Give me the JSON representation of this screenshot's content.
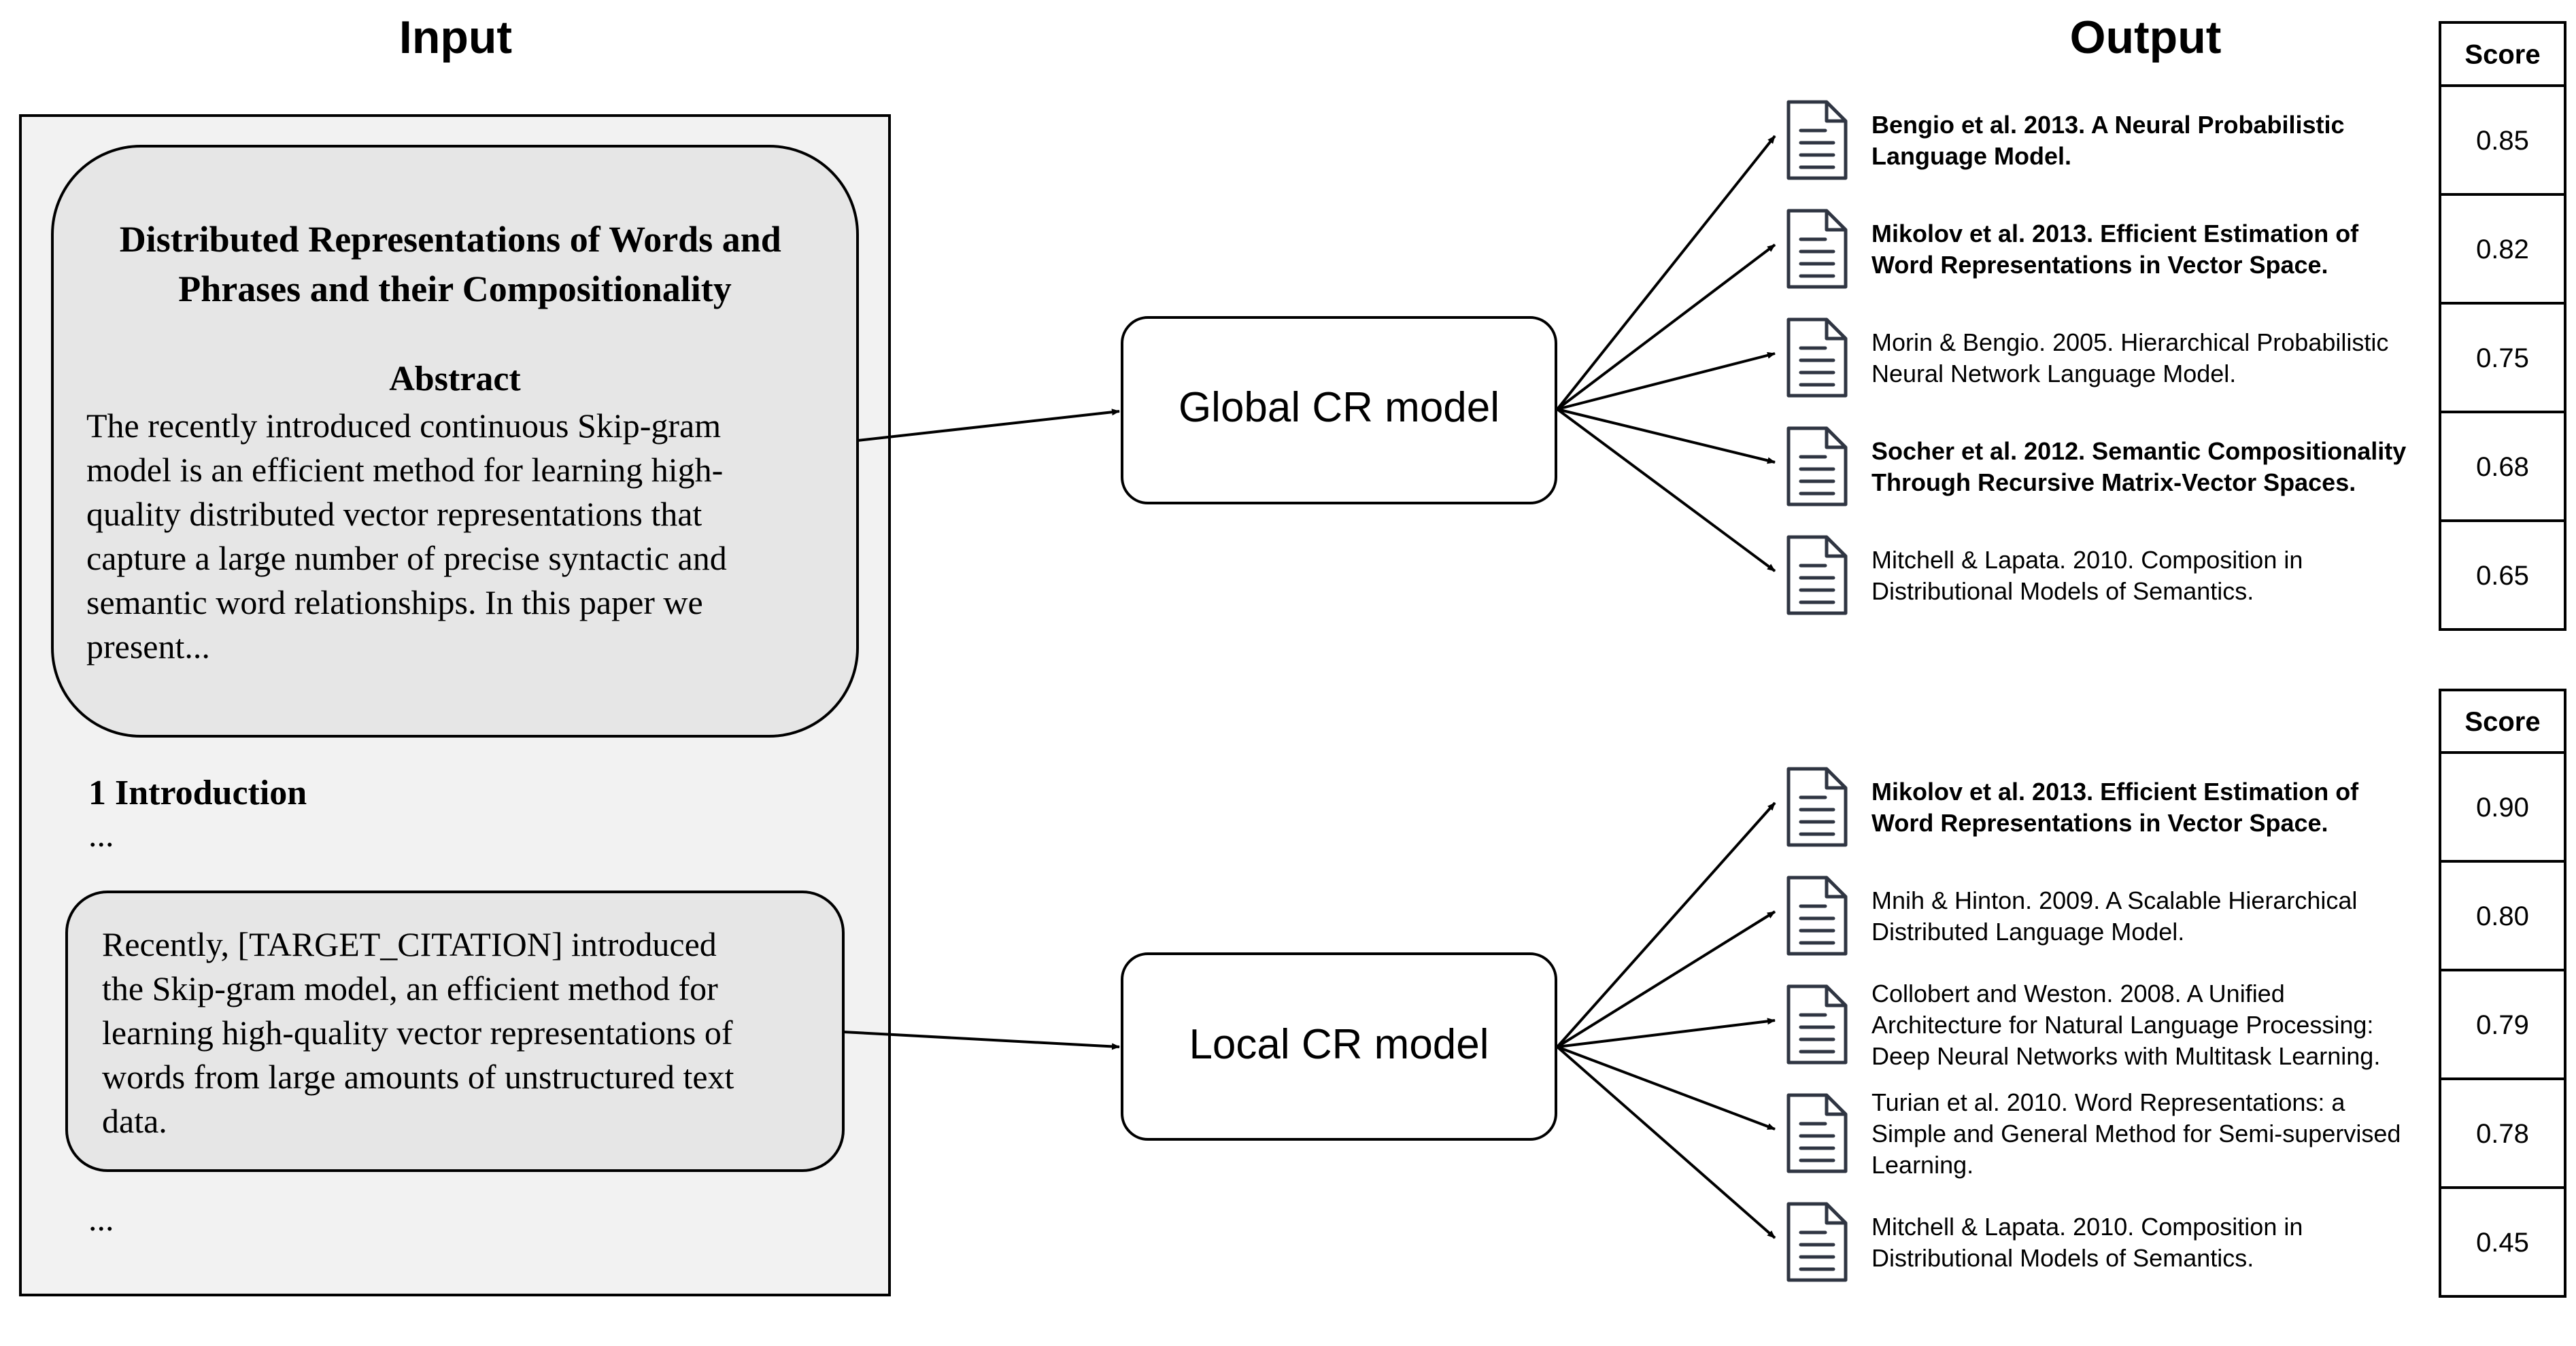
{
  "input": {
    "heading": "Input",
    "paper_title_line1": "Distributed Representations of Words and",
    "paper_title_line2": "Phrases and their Compositionality",
    "abstract_heading": "Abstract",
    "abstract_lines": [
      "The recently introduced continuous Skip-gram",
      "model is an efficient method for learning high-",
      "quality distributed vector representations that",
      "capture a large number of precise syntactic and",
      "semantic word relationships. In this paper we",
      "present..."
    ],
    "section_heading": "1 Introduction",
    "ellipsis_1": "...",
    "context_lines": [
      "Recently, [TARGET_CITATION] introduced",
      "the Skip-gram model, an efficient method for",
      "learning high-quality vector representations of",
      "words from large amounts of unstructured text",
      "data."
    ],
    "ellipsis_2": "..."
  },
  "models": {
    "global": "Global CR model",
    "local": "Local CR model"
  },
  "output": {
    "heading": "Output",
    "score_header": "Score",
    "global_results": [
      {
        "lines": [
          "Bengio et al. 2013. A Neural Probabilistic",
          "Language Model."
        ],
        "bold": true,
        "score": "0.85"
      },
      {
        "lines": [
          "Mikolov et al. 2013. Efficient Estimation of",
          "Word Representations in Vector Space."
        ],
        "bold": true,
        "score": "0.82"
      },
      {
        "lines": [
          "Morin & Bengio. 2005. Hierarchical Probabilistic",
          "Neural Network Language Model."
        ],
        "bold": false,
        "score": "0.75"
      },
      {
        "lines": [
          "Socher et al. 2012. Semantic Compositionality",
          "Through Recursive Matrix-Vector Spaces."
        ],
        "bold": true,
        "score": "0.68"
      },
      {
        "lines": [
          "Mitchell & Lapata. 2010. Composition in",
          "Distributional Models of Semantics."
        ],
        "bold": false,
        "score": "0.65"
      }
    ],
    "local_results": [
      {
        "lines": [
          "Mikolov et al. 2013. Efficient Estimation of",
          "Word Representations in Vector Space."
        ],
        "bold": true,
        "score": "0.90"
      },
      {
        "lines": [
          "Mnih & Hinton. 2009. A Scalable Hierarchical",
          "Distributed Language Model."
        ],
        "bold": false,
        "score": "0.80"
      },
      {
        "lines": [
          "Collobert and Weston. 2008. A Unified",
          "Architecture for Natural Language Processing:",
          "Deep Neural Networks with Multitask Learning."
        ],
        "bold": false,
        "score": "0.79"
      },
      {
        "lines": [
          "Turian et al. 2010. Word Representations: a",
          "Simple and General Method for Semi-supervised",
          "Learning."
        ],
        "bold": false,
        "score": "0.78"
      },
      {
        "lines": [
          "Mitchell & Lapata. 2010. Composition in",
          "Distributional Models of Semantics."
        ],
        "bold": false,
        "score": "0.45"
      }
    ]
  },
  "icons": {
    "result_document": "document-icon"
  }
}
